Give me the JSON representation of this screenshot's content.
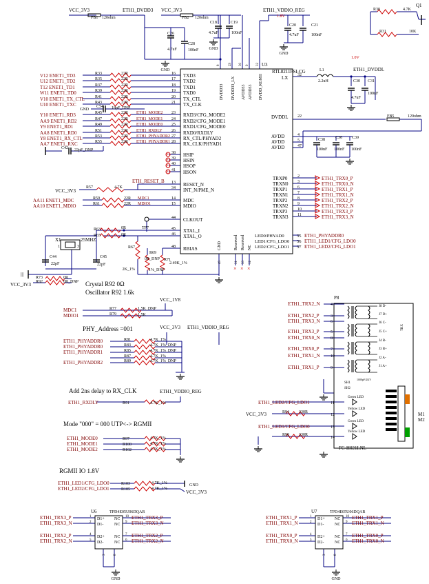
{
  "colors": {
    "wire": "#000080",
    "label": "#800000",
    "red": "#cc0000",
    "ic_fill": "#ffffff",
    "black": "#000000"
  },
  "top": {
    "vcc_3v3_a": "VCC_3V3",
    "fb1": "FB1",
    "fb1_val": "120ohm",
    "eth1_dvdd3": "ETH1_DVDD3",
    "vcc_3v3_b": "VCC_3V3",
    "fb2": "FB2",
    "fb2_val": "120ohm",
    "c26": "C26",
    "c26_val": "4.7uF",
    "c28": "C28",
    "c28_val": "100nF",
    "c18": "C18",
    "c18_val": "4.7uF",
    "c19": "C19",
    "c19_val": "100nF",
    "eth1_vddio_reg": "ETH1_VDDIO_REG",
    "v18": "1.8V",
    "c20": "C20",
    "c20_val": "4.7uF",
    "c21": "C21",
    "c21_val": "100nF",
    "r30": "R30",
    "r30_val": "4.7K",
    "r31": "R31",
    "r31_val": "10K",
    "q1": "Q1",
    "v10": "1.0V",
    "eth1_dvddl": "ETH1_DVDDL",
    "l1": "L1",
    "l1_val": "2.2uH",
    "c30": "C30",
    "c30_val": "4.7uF",
    "c31": "C31",
    "c31_val": "100nF",
    "fb5": "FB5",
    "fb5_val": "120ohm",
    "gnd": "GND"
  },
  "ic": {
    "ref": "U3",
    "part": "RTL8211FSI-CG",
    "top_pins": [
      "DVDD33",
      "DVDD33_LX",
      "AVDD33",
      "AVDD33",
      "DVDD_RGMII"
    ],
    "top_pin_numbers": [
      "8",
      "29",
      "30",
      "9",
      "32"
    ],
    "lx": "LX",
    "dvddl": "DVDDL",
    "dvddl_num": "22",
    "avdd": [
      "AVDD",
      "AVDD",
      "AVDD"
    ],
    "avdd_nums": [
      "4",
      "5",
      "47"
    ],
    "left_pins": [
      {
        "num": "16",
        "name": "TXD3"
      },
      {
        "num": "17",
        "name": "TXD2"
      },
      {
        "num": "18",
        "name": "TXD1"
      },
      {
        "num": "19",
        "name": "TXD0"
      },
      {
        "num": "20",
        "name": "TX_CTL"
      },
      {
        "num": "21",
        "name": "TX_CLK"
      },
      {
        "num": "23",
        "name": "RXD3/CFG_MODE2"
      },
      {
        "num": "24",
        "name": "RXD2/CFG_MODE1"
      },
      {
        "num": "25",
        "name": "RXD1/CFG_MODE0"
      },
      {
        "num": "26",
        "name": "RXD0/RXDLY"
      },
      {
        "num": "27",
        "name": "RX_CTL/PHYAD2"
      },
      {
        "num": "28",
        "name": "RX_CLK/PHYAD1"
      },
      {
        "num": "38",
        "name": "HSIP"
      },
      {
        "num": "39",
        "name": "HSIN"
      },
      {
        "num": "40",
        "name": "HSOP"
      },
      {
        "num": "41",
        "name": "HSON"
      },
      {
        "num": "13",
        "name": "RESET_N"
      },
      {
        "num": "34",
        "name": "INT_N/PME_N"
      },
      {
        "num": "14",
        "name": "MDC"
      },
      {
        "num": "15",
        "name": "MDIO"
      },
      {
        "num": "44",
        "name": "CLKOUT"
      },
      {
        "num": "45",
        "name": "XTAL_I"
      },
      {
        "num": "46",
        "name": "XTAL_O"
      },
      {
        "num": "48",
        "name": "RBIAS"
      }
    ],
    "right_pins": [
      {
        "num": "2",
        "name": "TRXP0",
        "net": "ETH1_TRX0_P"
      },
      {
        "num": "3",
        "name": "TRXN0",
        "net": "ETH1_TRX0_N"
      },
      {
        "num": "6",
        "name": "TRXP1",
        "net": "ETH1_TRX1_P"
      },
      {
        "num": "7",
        "name": "TRXN1",
        "net": "ETH1_TRX1_N"
      },
      {
        "num": "8",
        "name": "TRXP2",
        "net": "ETH1_TRX2_P"
      },
      {
        "num": "9",
        "name": "TRXN2",
        "net": "ETH1_TRX2_N"
      },
      {
        "num": "10",
        "name": "TRXP3",
        "net": "ETH1_TRX3_P"
      },
      {
        "num": "11",
        "name": "TRXN3",
        "net": "ETH1_TRX3_N"
      }
    ],
    "led_pins": [
      {
        "num": "35",
        "name": "LED0/PHYAD0",
        "net": "ETH1_PHYADDR0"
      },
      {
        "num": "36",
        "name": "LED1/CFG_LDO0",
        "net": "ETH1_LED1/CFG_LDO0"
      },
      {
        "num": "37",
        "name": "LED2/CFG_LDO1",
        "net": "ETH1_LED2/CFG_LDO1"
      }
    ],
    "bottom_pins": [
      "GND",
      "Reserved",
      "Reserved",
      "NC"
    ],
    "bottom_nums": [
      "49",
      "31",
      "33",
      "12"
    ]
  },
  "left_nets": [
    {
      "pin": "V12",
      "net": "ENET1_TD3",
      "ref": "R33",
      "val": "22R"
    },
    {
      "pin": "U12",
      "net": "ENET1_TD2",
      "ref": "R35",
      "val": "22R"
    },
    {
      "pin": "T12",
      "net": "ENET1_TD1",
      "ref": "R37",
      "val": "22R"
    },
    {
      "pin": "W11",
      "net": "ENET1_TD0",
      "ref": "R39",
      "val": "22R"
    },
    {
      "pin": "V10",
      "net": "ENET1_TX_CTL",
      "ref": "R41",
      "val": "22R"
    },
    {
      "pin": "U10",
      "net": "ENET1_TXC",
      "ref": "R43",
      "val": "22R"
    },
    {
      "pin": "Y10",
      "net": "ENET1_RD3",
      "ref": "R45",
      "val": "22R",
      "out": "ETH1_MODE2"
    },
    {
      "pin": "AA9",
      "net": "ENET1_RD2",
      "ref": "R47",
      "val": "22R",
      "out": "ETH1_MODE1"
    },
    {
      "pin": "Y9",
      "net": "ENET1_RD1",
      "ref": "R49",
      "val": "22R",
      "out": "ETH1_MODE0"
    },
    {
      "pin": "AA8",
      "net": "ENET1_RD0",
      "ref": "R51",
      "val": "22R",
      "out": "ETH1_RXDLY"
    },
    {
      "pin": "Y8",
      "net": "ENET1_RX_CTL",
      "ref": "R53",
      "val": "22R",
      "out": "ETH1_PHYADDR2"
    },
    {
      "pin": "AA7",
      "net": "ENET1_RXC",
      "ref": "R55",
      "val": "22R",
      "out": "ETH1_PHYADDR1"
    }
  ],
  "c54": {
    "gnd": "GND",
    "ref": "C54",
    "val": "18pF_DNP"
  },
  "c42": {
    "ref": "C42",
    "val": "22pF_DNP"
  },
  "reset": {
    "vcc": "VCC_3V3",
    "ref": "R57",
    "val": "4.7K",
    "net": "ETH_RESET_B"
  },
  "mdio": [
    {
      "pin": "AA11",
      "net": "ENET1_MDC",
      "ref": "R59",
      "val": "22R",
      "out": "MDC1"
    },
    {
      "pin": "AA10",
      "net": "ENET1_MDIO",
      "ref": "R61",
      "val": "22R",
      "out": "MDIO1"
    }
  ],
  "xtal": {
    "r63": "R63",
    "r63_val": "0R",
    "r65": "R65",
    "r65_val": "0R",
    "tp7": "TP7",
    "x1": "X1",
    "x1_freq": "25MHZ",
    "pins": [
      "1",
      "2",
      "3",
      "4"
    ],
    "c44": "C44",
    "c44_val": "22pF",
    "c45": "C45",
    "c45_val": "22pF",
    "r67": "R67",
    "r67_val": "2K_1%",
    "r69": "R69",
    "r69_val": "0R_DNP",
    "r69_val2": "1%_DNP",
    "r71": "R71",
    "r71_val": "2.49K_1%",
    "r73": "R73",
    "r73_val": "0R",
    "r92": "R92",
    "r92_val": "0R_DNP",
    "vcc": "VCC_3V3",
    "note1": "Crystal R92 0Ω",
    "note2": "Oscillator R92 1.6k"
  },
  "phy_addr": {
    "vcc18": "VCC_1V8",
    "mdc1": "MDC1",
    "r77": "R77",
    "r77_val": "1.5K_DNP",
    "mdio1": "MDIO1",
    "r79": "R79",
    "r79_val": "1.5K",
    "heading": "PHY_Address =001",
    "vcc": "VCC_3V3",
    "vddio": "ETH1_VDDIO_REG",
    "rows": [
      {
        "net": "ETH1_PHYADDR0",
        "ref": "R81",
        "val": "4.7K_1%"
      },
      {
        "net": "ETH1_PHYADDR0",
        "ref": "R83",
        "val": "4.7K_1%_DNP"
      },
      {
        "net": "ETH1_PHYADDR1",
        "ref": "R85",
        "val": "4.7K_1%_DNP"
      },
      {
        "net": "",
        "ref": "R87",
        "val": "4.7K_1%"
      },
      {
        "net": "ETH1_PHYADDR2",
        "ref": "R89",
        "val": "4.7K_1%_DNP"
      }
    ]
  },
  "rx_delay": {
    "heading": "Add 2ns delay to RX_CLK",
    "net": "ETH1_RXDLY",
    "vddio": "ETH1_VDDIO_REG",
    "ref": "R91",
    "val": "4.7K_1%"
  },
  "mode": {
    "heading": "Mode \"000\" = 000 UTP<-> RGMII",
    "rows": [
      {
        "net": "ETH1_MODE0",
        "ref": "R97",
        "val": "4.7K_1%"
      },
      {
        "net": "ETH1_MODE1",
        "ref": "R100",
        "val": "4.7K_1%"
      },
      {
        "net": "ETH1_MODE2",
        "ref": "R102",
        "val": "4.7K_1%"
      }
    ]
  },
  "rgmii": {
    "heading": "RGMII IO 1.8V",
    "rows": [
      {
        "net": "ETH1_LED1/CFG_LDO0",
        "ref": "R103",
        "val": "4.7K_1%"
      },
      {
        "net": "ETH1_LED2/CFG_LDO1",
        "ref": "R105",
        "val": "4.7K_1%"
      }
    ],
    "gnd": "GND",
    "vcc": "VCC_3V3"
  },
  "connector": {
    "ref": "P8",
    "part": "FC-H021LNL",
    "side_label": "TRX",
    "tiny_label": "1000pF/2KV",
    "shield": [
      "SH1",
      "SH2"
    ],
    "inputs": [
      {
        "net": "ETH1_TRX2_N",
        "pin": "4"
      },
      {
        "net": "ETH1_TRX2_P",
        "pin": "3"
      },
      {
        "net": "ETH1_TRX3_N",
        "pin": "6"
      },
      {
        "net": "ETH1_TRX3_P",
        "pin": "5"
      },
      {
        "net": "ETH1_TRX0_N",
        "pin": "8"
      },
      {
        "net": "ETH1_TRX0_P",
        "pin": "7"
      },
      {
        "net": "ETH1_TRX1_N",
        "pin": "10"
      },
      {
        "net": "ETH1_TRX1_P",
        "pin": "9"
      }
    ],
    "outputs": [
      "J8 D-",
      "J7 D+",
      "J6 C-",
      "J5 C+",
      "J4 B-",
      "J3 B+",
      "J2 A-",
      "J1 A+"
    ],
    "leds": [
      {
        "net": "ETH1_LED2/CFG_LDO1",
        "pin": "11",
        "color": "Green LED"
      },
      {
        "net": "VCC_3V3",
        "ref": "R94",
        "val": "330R",
        "pin": "12",
        "color": "Yellow LED"
      },
      {
        "net": "ETH1_LED1/CFG_LDO0",
        "pin": "13",
        "color": "Green LED"
      },
      {
        "net": "",
        "ref": "R98",
        "val": "330R",
        "pin": "14",
        "color": "Yellow LED"
      }
    ],
    "gnd_left": "GND",
    "gnd_right": "GND",
    "m_labels": [
      "M1",
      "M2"
    ]
  },
  "tvs": [
    {
      "ref": "U6",
      "part": "TPD4E05U06DQAR",
      "left": [
        {
          "net": "ETH1_TRX3_P",
          "pin": "1",
          "name": "D1+"
        },
        {
          "net": "ETH1_TRX3_N",
          "pin": "2",
          "name": "D1-"
        },
        {
          "net": "ETH1_TRX2_P",
          "pin": "4",
          "name": "D2+"
        },
        {
          "net": "ETH1_TRX2_N",
          "pin": "5",
          "name": "D2-"
        }
      ],
      "right": [
        {
          "net": "ETH1_TRX3_P",
          "pin": "10",
          "name": "NC"
        },
        {
          "net": "ETH1_TRX3_N",
          "pin": "9",
          "name": "NC"
        },
        {
          "net": "ETH1_TRX2_P",
          "pin": "7",
          "name": "NC"
        },
        {
          "net": "ETH1_TRX2_N",
          "pin": "6",
          "name": "NC"
        }
      ],
      "gnd_pins": [
        "3",
        "8"
      ],
      "gnd": "GND"
    },
    {
      "ref": "U7",
      "part": "TPD4E05U06DQAR",
      "left": [
        {
          "net": "ETH1_TRX1_P",
          "pin": "1",
          "name": "D1+"
        },
        {
          "net": "ETH1_TRX1_N",
          "pin": "2",
          "name": "D1-"
        },
        {
          "net": "ETH1_TRX0_P",
          "pin": "4",
          "name": "D2+"
        },
        {
          "net": "ETH1_TRX0_N",
          "pin": "5",
          "name": "D2-"
        }
      ],
      "right": [
        {
          "net": "ETH1_TRX1_P",
          "pin": "10",
          "name": "NC"
        },
        {
          "net": "ETH1_TRX1_N",
          "pin": "9",
          "name": "NC"
        },
        {
          "net": "ETH1_TRX0_P",
          "pin": "7",
          "name": "NC"
        },
        {
          "net": "ETH1_TRX0_N",
          "pin": "6",
          "name": "NC"
        }
      ],
      "gnd_pins": [
        "3",
        "8"
      ],
      "gnd": "GND"
    }
  ]
}
